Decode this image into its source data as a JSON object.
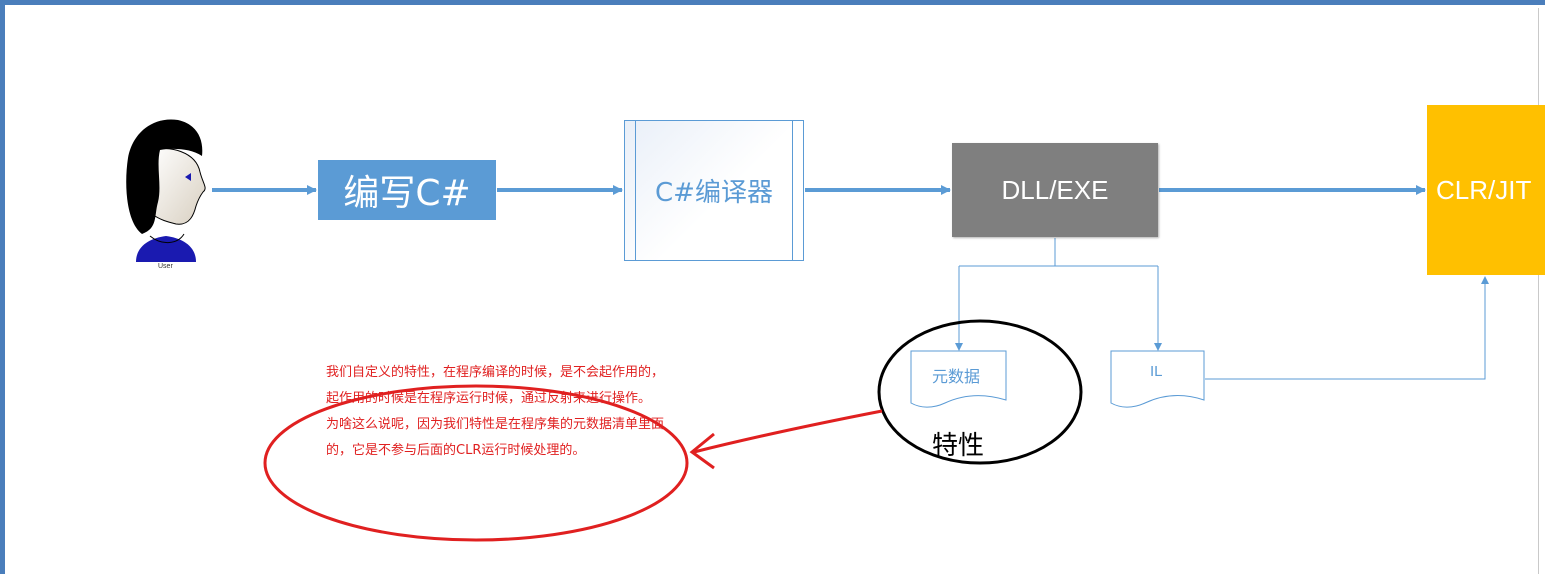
{
  "user": {
    "label": "User"
  },
  "nodes": {
    "write": "编写C#",
    "compiler": "C#编译器",
    "output": "DLL/EXE",
    "runtime": "CLR/JIT",
    "metadata": "元数据",
    "il": "IL",
    "feature": "特性"
  },
  "note": {
    "para1": "我们自定义的特性，在程序编译的时候，是不会起作用的，起作用的时候是在程序运行时候，通过反射来进行操作。",
    "para2": "为啥这么说呢，因为我们特性是在程序集的元数据清单里面的，它是不参与后面的CLR运行时候处理的。"
  },
  "colors": {
    "frame": "#4a7ebb",
    "arrow": "#5b9bd5",
    "write_fill": "#5b9bd5",
    "output_fill": "#7f7f7f",
    "runtime_fill": "#ffc000",
    "annotation_red": "#e02020",
    "annotation_black": "#000000"
  }
}
